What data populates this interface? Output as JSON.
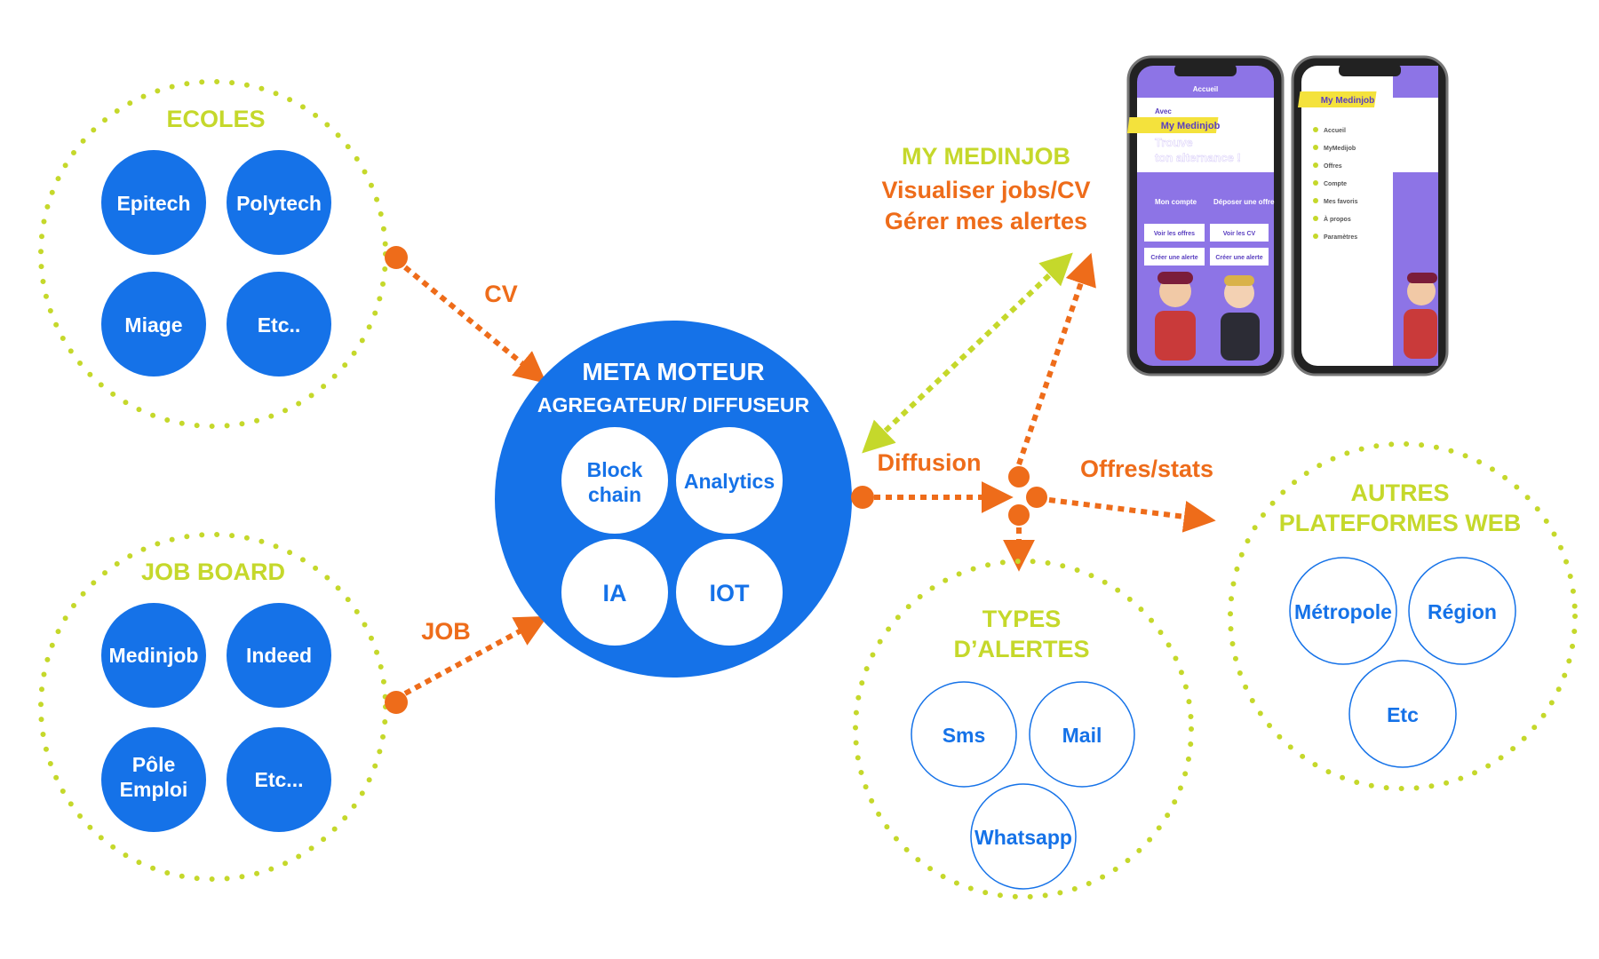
{
  "colors": {
    "green": "#c5d82b",
    "orange": "#ee6c1a",
    "blue": "#1572e8",
    "purple": "#8d74e6",
    "yellow": "#f4e23c"
  },
  "ecoles": {
    "title": "ECOLES",
    "items": [
      "Epitech",
      "Polytech",
      "Miage",
      "Etc.."
    ]
  },
  "jobboard": {
    "title": "JOB BOARD",
    "items": [
      "Medinjob",
      "Indeed",
      "Pôle",
      "Emploi",
      "Etc..."
    ]
  },
  "center": {
    "title": "META MOTEUR",
    "subtitle": "AGREGATEUR/ DIFFUSEUR",
    "items": [
      "Block",
      "chain",
      "Analytics",
      "IA",
      "IOT"
    ]
  },
  "labels": {
    "cv": "CV",
    "job": "JOB",
    "diffusion": "Diffusion",
    "offres": "Offres/stats"
  },
  "mymedinjob": {
    "title": "MY MEDINJOB",
    "line1": "Visualiser jobs/CV",
    "line2": "Gérer mes alertes"
  },
  "alertes": {
    "title1": "TYPES",
    "title2": "D’ALERTES",
    "items": [
      "Sms",
      "Mail",
      "Whatsapp"
    ]
  },
  "autres": {
    "title1": "AUTRES",
    "title2": "PLATEFORMES WEB",
    "items": [
      "Métropole",
      "Région",
      "Etc"
    ]
  },
  "phone": {
    "top_title": "Accueil",
    "avec": "Avec",
    "brand": "My Medinjob",
    "headline1": "Trouve",
    "headline2": "ton alternance !",
    "tab1": "Mon compte",
    "tab2": "Déposer une offre",
    "btn1": "Voir les offres",
    "btn2": "Voir les CV",
    "btn3": "Créer une alerte",
    "btn4": "Créer une alerte",
    "menu": [
      "Accueil",
      "MyMedijob",
      "Offres",
      "Compte",
      "Mes favoris",
      "À propos",
      "Paramètres"
    ]
  }
}
